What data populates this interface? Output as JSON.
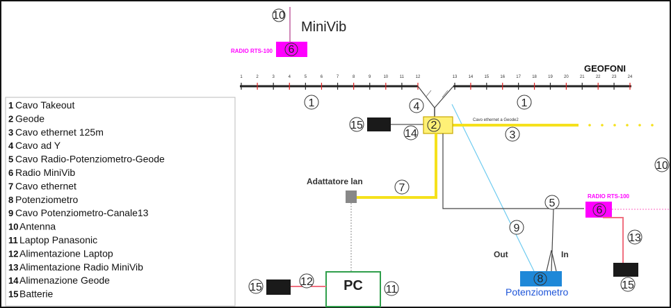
{
  "title": "MiniVib",
  "radio_label": "RADIO RTS-100",
  "geofoni_label": "GEOFONI",
  "ethernet_note": "Cavo ethernet a Geode2",
  "adapter_label": "Adattatore lan",
  "pc_label": "PC",
  "pot_label": "Potenziometro",
  "out_label": "Out",
  "in_label": "In",
  "channels_left": [
    "1",
    "2",
    "3",
    "4",
    "5",
    "6",
    "7",
    "8",
    "9",
    "10",
    "11",
    "12"
  ],
  "channels_right": [
    "13",
    "14",
    "15",
    "16",
    "17",
    "18",
    "19",
    "20",
    "21",
    "22",
    "23",
    "24"
  ],
  "legend": [
    {
      "num": "1",
      "text": "Cavo Takeout"
    },
    {
      "num": "2",
      "text": "Geode"
    },
    {
      "num": "3",
      "text": "Cavo ethernet 125m"
    },
    {
      "num": "4",
      "text": "Cavo ad Y"
    },
    {
      "num": "5",
      "text": "Cavo Radio-Potenziometro-Geode"
    },
    {
      "num": "6",
      "text": "Radio MiniVib"
    },
    {
      "num": "7",
      "text": "Cavo ethernet"
    },
    {
      "num": "8",
      "text": "Potenziometro"
    },
    {
      "num": "9",
      "text": "Cavo Potenziometro-Canale13"
    },
    {
      "num": "10",
      "text": "Antenna"
    },
    {
      "num": "11",
      "text": "Laptop Panasonic"
    },
    {
      "num": "12",
      "text": "Alimentazione  Laptop"
    },
    {
      "num": "13",
      "text": "Alimentazione Radio MiniVib"
    },
    {
      "num": "14",
      "text": "Alimenazione Geode"
    },
    {
      "num": "15",
      "text": "Batterie"
    }
  ],
  "markers": {
    "antenna_top": "10",
    "radio_top": "6",
    "takeout_left": "1",
    "takeout_right": "1",
    "y_cable": "4",
    "geode": "2",
    "ethernet": "3",
    "battery_geode": "15",
    "geode_power": "14",
    "antenna_right": "10",
    "eth_cable": "7",
    "radio_pot_cable": "5",
    "radio_right": "6",
    "pot_cable": "9",
    "radio_power": "13",
    "pot": "8",
    "battery_right": "15",
    "battery_pc": "15",
    "pc_power": "12",
    "laptop": "11"
  },
  "colors": {
    "magenta": "#ff00ff",
    "yellow": "#ffee33",
    "cable_yellow": "#f5e11c",
    "blue": "#1e88d8",
    "cyan_line": "#6ecbf0",
    "green": "#2e9e4a",
    "red_tick": "#e02020",
    "pink_line": "#f07080"
  }
}
